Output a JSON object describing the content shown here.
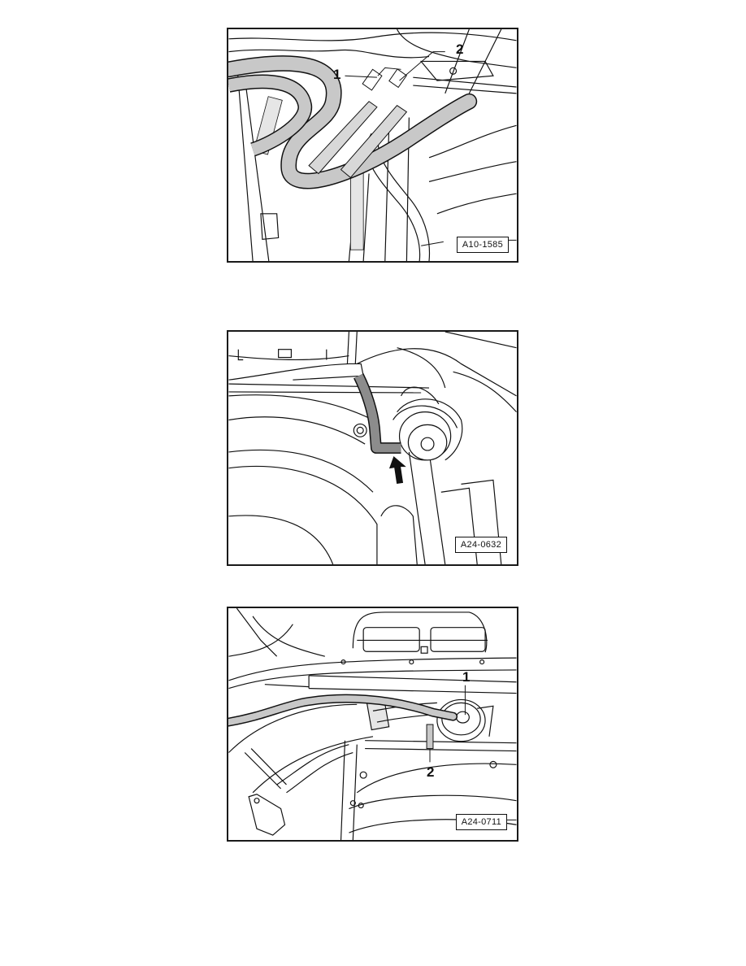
{
  "page": {
    "background": "#ffffff",
    "figures": [
      {
        "id": "A10-1585",
        "callouts": [
          {
            "label": "1"
          },
          {
            "label": "2"
          }
        ],
        "hose_highlight_color": "#c8c8c8"
      },
      {
        "id": "A24-0632",
        "callouts": [],
        "arrow": "up-arrow",
        "hose_highlight_color": "#8c8c8c"
      },
      {
        "id": "A24-0711",
        "callouts": [
          {
            "label": "1"
          },
          {
            "label": "2"
          }
        ],
        "hose_highlight_color": "#c8c8c8"
      }
    ]
  }
}
